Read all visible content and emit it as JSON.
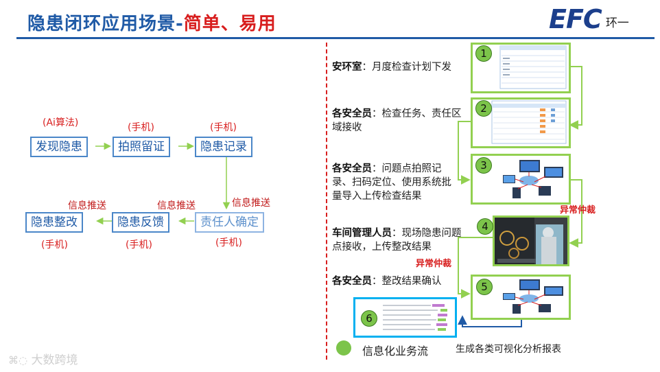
{
  "title": {
    "main": "隐患闭环应用场景-",
    "accent": "简单、易用"
  },
  "logo": {
    "brand": "EFC",
    "suffix": "环一"
  },
  "flow": {
    "nodes": [
      {
        "label": "发现隐患",
        "tag": "(Ai算法)"
      },
      {
        "label": "拍照留证",
        "tag": "(手机)"
      },
      {
        "label": "隐患记录",
        "tag": "(手机)"
      },
      {
        "label": "责任人确定",
        "tag": "(手机)"
      },
      {
        "label": "隐患反馈",
        "tag": "(手机)"
      },
      {
        "label": "隐患整改",
        "tag": "(手机)"
      }
    ],
    "push_labels": [
      "信息推送",
      "信息推送",
      "信息推送"
    ]
  },
  "steps": [
    {
      "num": "1",
      "role": "安环室",
      "text": "：月度检查计划下发"
    },
    {
      "num": "2",
      "role": "各安全员",
      "text": "：检查任务、责任区域接收"
    },
    {
      "num": "3",
      "role": "各安全员",
      "text": "：问题点拍照记录、扫码定位、使用系统批量导入上传检查结果"
    },
    {
      "num": "4",
      "role": "车间管理人员",
      "text": "：现场隐患问题点接收，上传整改结果"
    },
    {
      "num": "5",
      "role": "各安全员",
      "text": "：整改结果确认"
    },
    {
      "num": "6"
    }
  ],
  "abnormal": [
    "异常仲裁",
    "异常仲裁"
  ],
  "legend": "信息化业务流",
  "report_label": "生成各类可视化分析报表",
  "watermark": "大数跨境",
  "colors": {
    "blue": "#1f5aa6",
    "red": "#d81e1e",
    "green": "#92d050",
    "cyan": "#00b0f0"
  }
}
